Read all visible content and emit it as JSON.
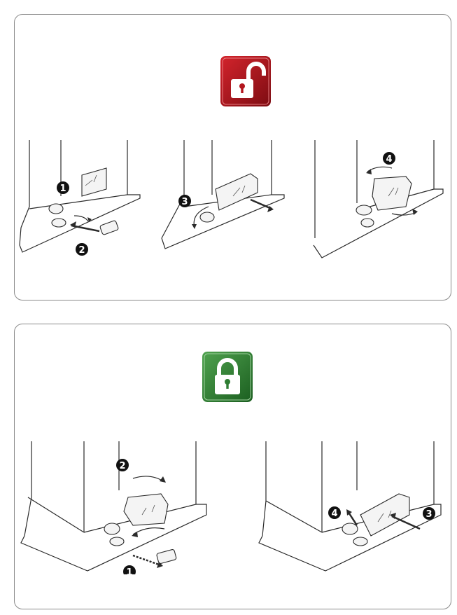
{
  "colors": {
    "unlock_badge": "#b3161e",
    "lock_badge": "#2e7d32",
    "border": "#8a8a8a"
  },
  "icons": {
    "unlock": "open-padlock-icon",
    "lock": "closed-padlock-icon"
  },
  "unlock_section": {
    "steps": [
      {
        "label": "1"
      },
      {
        "label": "2"
      },
      {
        "label": "3"
      },
      {
        "label": "4"
      }
    ]
  },
  "lock_section": {
    "steps": [
      {
        "label": "1"
      },
      {
        "label": "2"
      },
      {
        "label": "3"
      },
      {
        "label": "4"
      }
    ]
  }
}
